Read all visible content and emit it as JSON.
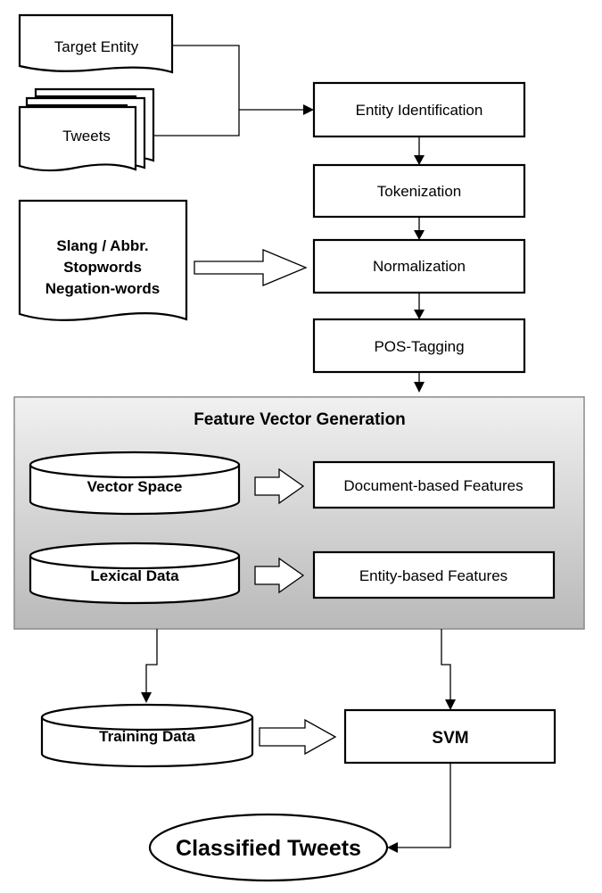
{
  "nodes": {
    "target_entity": "Target Entity",
    "tweets": "Tweets",
    "lexicon_line1": "Slang / Abbr.",
    "lexicon_line2": "Stopwords",
    "lexicon_line3": "Negation-words",
    "entity_identification": "Entity Identification",
    "tokenization": "Tokenization",
    "normalization": "Normalization",
    "pos_tagging": "POS-Tagging",
    "feature_vector_generation": "Feature Vector Generation",
    "vector_space": "Vector Space",
    "document_based_features": "Document-based Features",
    "lexical_data": "Lexical Data",
    "entity_based_features": "Entity-based Features",
    "training_data": "Training Data",
    "svm": "SVM",
    "classified_tweets": "Classified Tweets"
  }
}
